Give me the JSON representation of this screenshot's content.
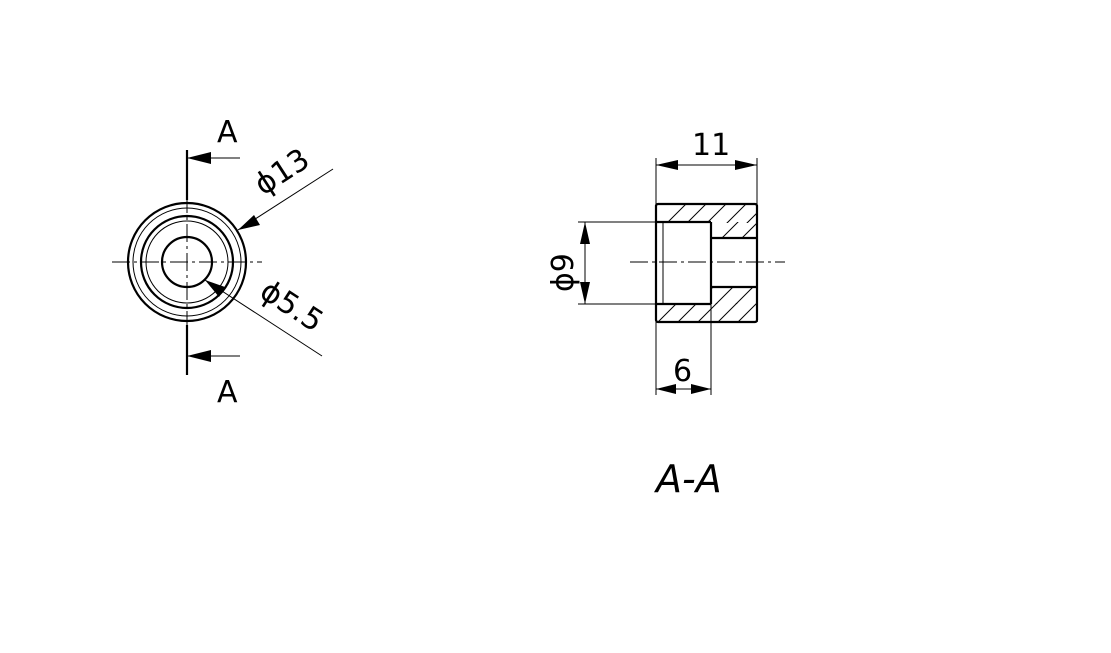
{
  "front_view": {
    "section_label_top": "A",
    "section_label_bottom": "A",
    "dim_outer_diameter": "ϕ13",
    "dim_inner_diameter": "ϕ5.5"
  },
  "section_view": {
    "dim_length": "11",
    "dim_counterbore_diameter": "ϕ9",
    "dim_counterbore_depth": "6",
    "title": "A-A"
  }
}
